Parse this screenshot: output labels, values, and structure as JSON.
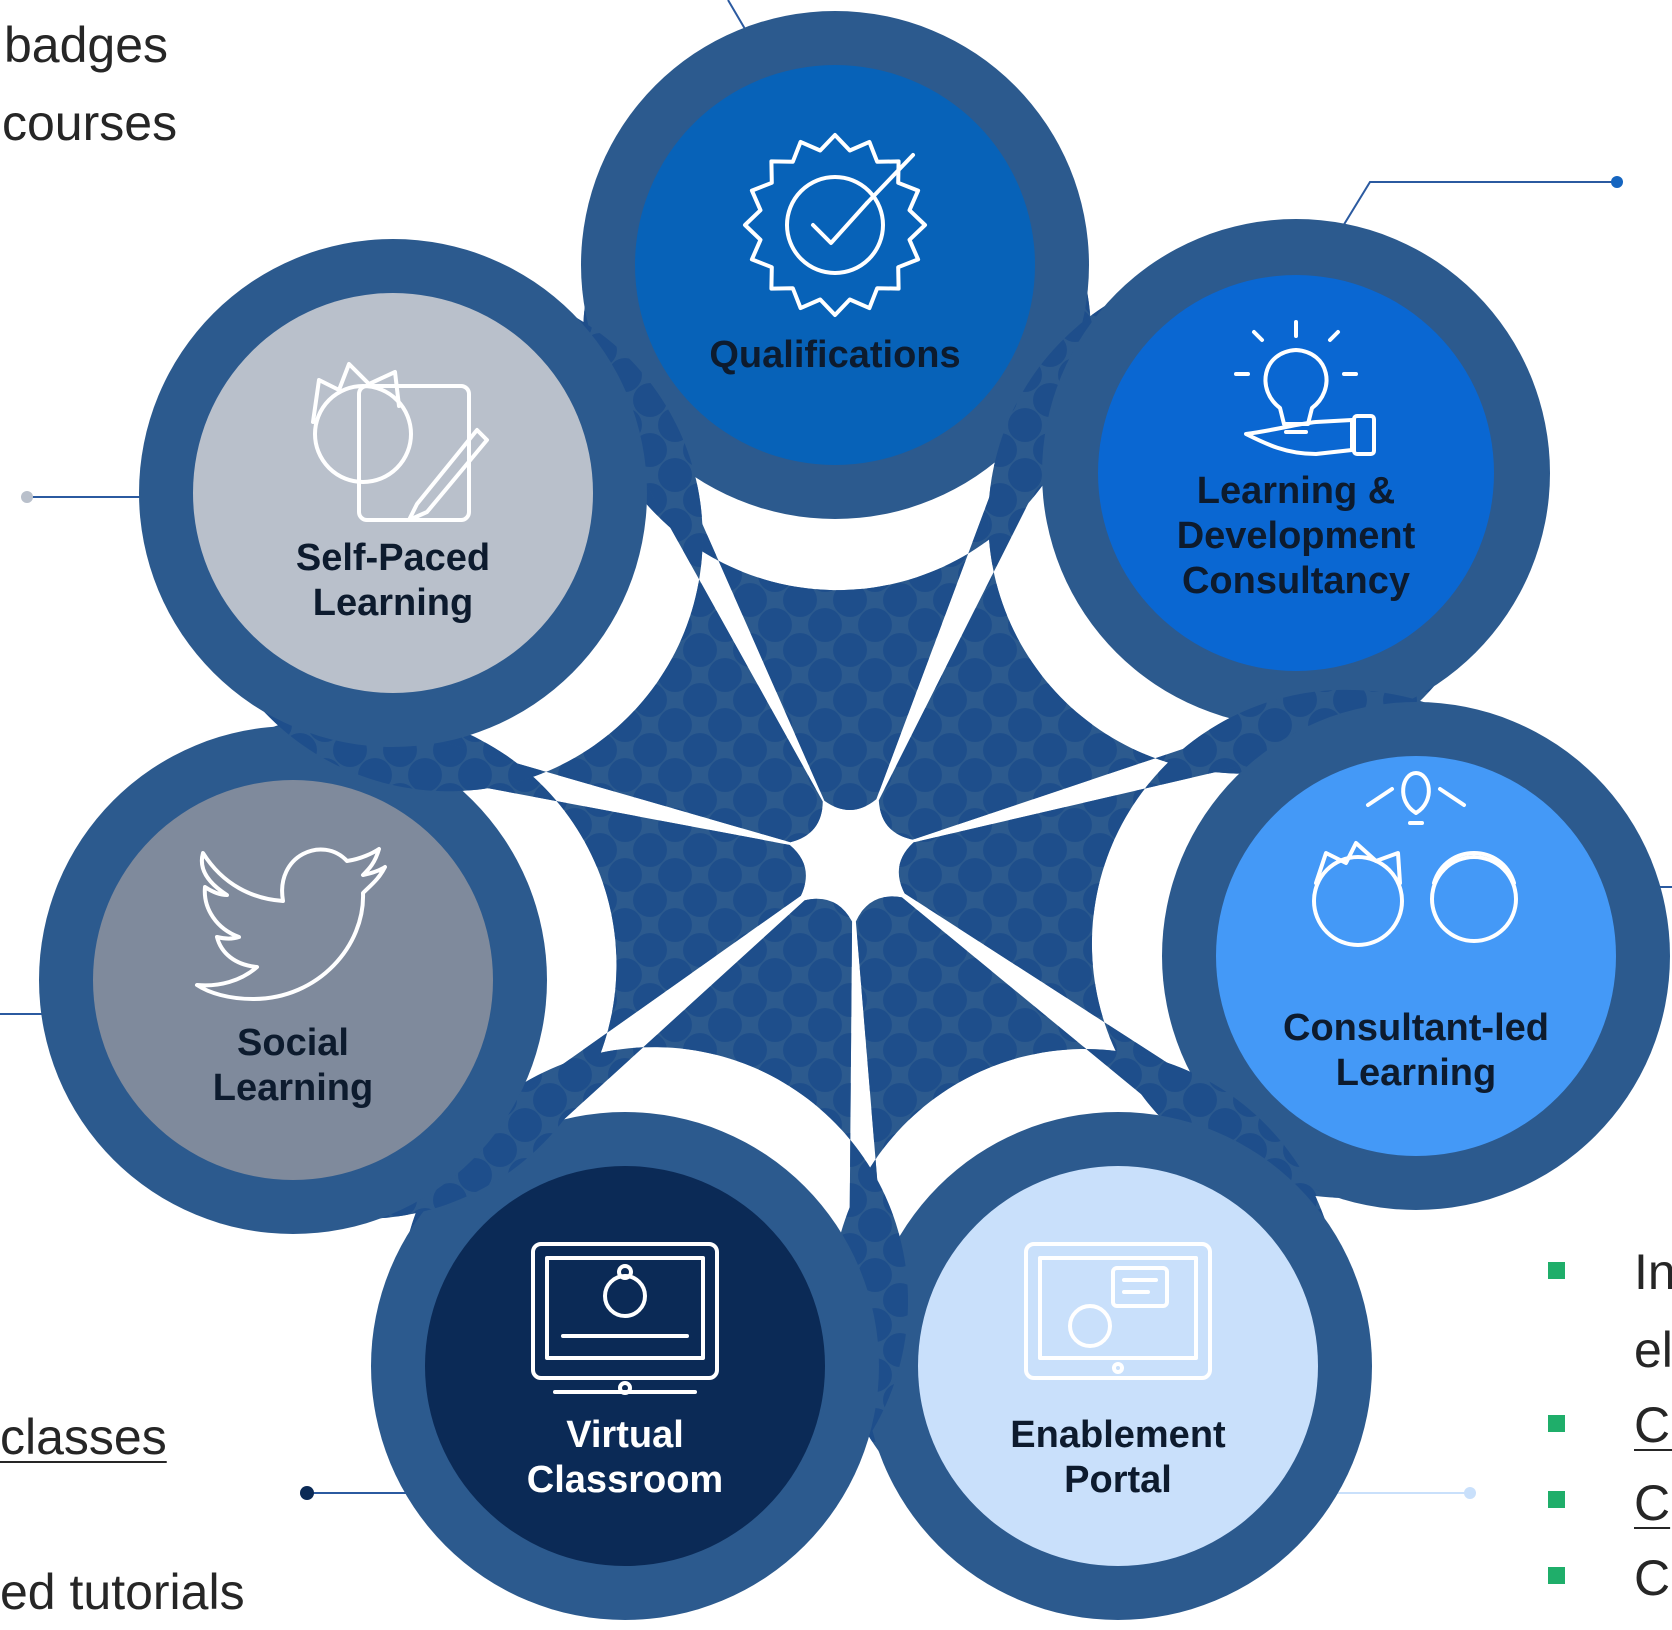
{
  "text_fragments": {
    "top_left_1": "badges",
    "top_left_2": "courses",
    "bottom_left_1": "classes",
    "bottom_left_2": "ed tutorials",
    "bottom_right_1": "In",
    "bottom_right_2": "el",
    "bottom_right_3": "Co",
    "bottom_right_4": "C",
    "bottom_right_5": "Co"
  },
  "petals": [
    {
      "id": "qualifications",
      "lines": [
        "Qualifications"
      ],
      "icon": "badge-check-icon",
      "disc_color": "#0762b8",
      "text_color": "#0d1b2e"
    },
    {
      "id": "ld-consultancy",
      "lines": [
        "Learning &",
        "Development",
        "Consultancy"
      ],
      "icon": "lightbulb-hand-icon",
      "disc_color": "#0a67d2",
      "text_color": "#0d1b2e"
    },
    {
      "id": "consultant-led",
      "lines": [
        "Consultant-led",
        "Learning"
      ],
      "icon": "people-idea-icon",
      "disc_color": "#4499f7",
      "text_color": "#0d1b2e"
    },
    {
      "id": "enablement-portal",
      "lines": [
        "Enablement",
        "Portal"
      ],
      "icon": "monitor-chat-icon",
      "disc_color": "#c9e0fb",
      "text_color": "#0d1b2e"
    },
    {
      "id": "virtual-classroom",
      "lines": [
        "Virtual",
        "Classroom"
      ],
      "icon": "monitor-person-icon",
      "disc_color": "#0b2a56",
      "text_color": "#ffffff"
    },
    {
      "id": "social-learning",
      "lines": [
        "Social",
        "Learning"
      ],
      "icon": "twitter-bird-icon",
      "disc_color": "#7f8a9c",
      "text_color": "#0d1b2e"
    },
    {
      "id": "self-paced",
      "lines": [
        "Self-Paced",
        "Learning"
      ],
      "icon": "person-pencil-icon",
      "disc_color": "#b9c0cb",
      "text_color": "#0d1b2e"
    }
  ],
  "colors": {
    "petal_ring": "#2c5a8e",
    "dots": "#1b4c8a",
    "connector": "#2b5aa0",
    "bullet": "#1fae6a"
  }
}
